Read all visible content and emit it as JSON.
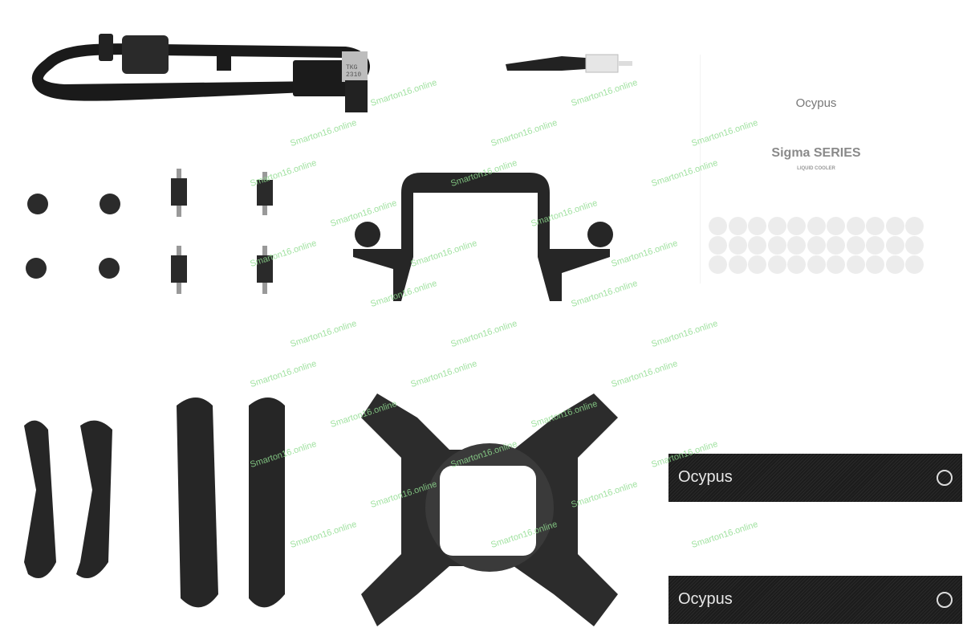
{
  "manual": {
    "brand": "Ocypus",
    "title": "Sigma SERIES",
    "subtitle": "LIQUID COOLER",
    "sticker_count": 33
  },
  "cable_connector_label": [
    "TKG",
    "2310"
  ],
  "straps": [
    {
      "logo": "Ocypus"
    },
    {
      "logo": "Ocypus"
    }
  ],
  "watermark": "Smarton16.online",
  "colors": {
    "parts": "#1e1e1e",
    "watermark": "#8fdc8f",
    "manual_text": "#888888"
  }
}
